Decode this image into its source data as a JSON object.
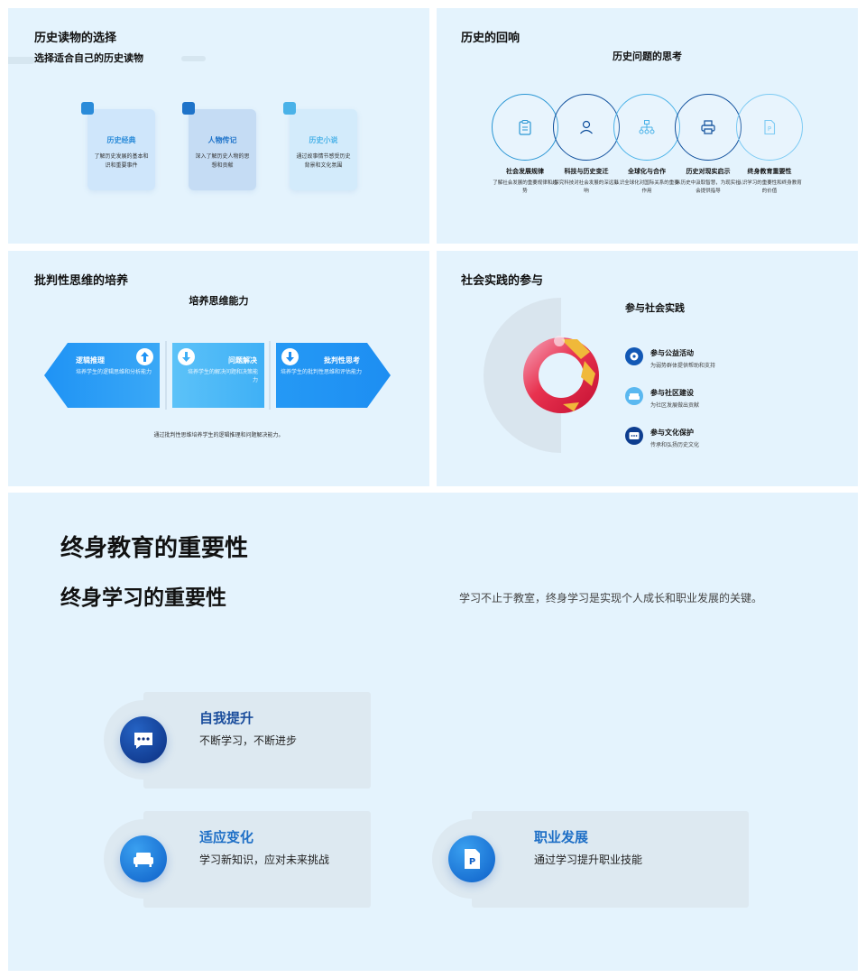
{
  "slide1": {
    "title": "历史读物的选择",
    "subtitle": "选择适合自己的历史读物",
    "cards": [
      {
        "title": "历史经典",
        "desc": "了解历史发展的基本和识和重要事件",
        "color": "#2a8bd9"
      },
      {
        "title": "人物传记",
        "desc": "深入了解历史人物的思想和贡献",
        "color": "#1e73c9"
      },
      {
        "title": "历史小说",
        "desc": "通过故事情节感受历史背景和文化氛围",
        "color": "#4ab2e8"
      }
    ]
  },
  "slide2": {
    "title": "历史的回响",
    "subtitle": "历史问题的思考",
    "items": [
      {
        "title": "社会发展规律",
        "desc": "了解社会发展的重要规律和趋势",
        "icon": "clipboard-icon"
      },
      {
        "title": "科技与历史变迁",
        "desc": "探究科技对社会发展的深远影响",
        "icon": "user-icon"
      },
      {
        "title": "全球化与合作",
        "desc": "认识全球化对国际关系的重要作用",
        "icon": "sitemap-icon"
      },
      {
        "title": "历史对现实启示",
        "desc": "从历史中汲取智慧，为现实社会提供指导",
        "icon": "printer-icon"
      },
      {
        "title": "终身教育重要性",
        "desc": "认识学习的重要性和终身教育的价值",
        "icon": "file-p-icon"
      }
    ]
  },
  "slide3": {
    "title": "批判性思维的培养",
    "subtitle": "培养思维能力",
    "arrows": [
      {
        "title": "逻辑推理",
        "desc": "培养学生的逻辑思维和分析能力",
        "icon": "arrow-up-icon"
      },
      {
        "title": "问题解决",
        "desc": "培养学生的解决问题和决策能力",
        "icon": "arrow-down-icon"
      },
      {
        "title": "批判性思考",
        "desc": "培养学生的批判性思维和评估能力",
        "icon": "arrow-down-icon"
      }
    ],
    "footer": "通过批判性思维培养学生的逻辑推理和问题解决能力。"
  },
  "slide4": {
    "title": "社会实践的参与",
    "subtitle": "参与社会实践",
    "items": [
      {
        "title": "参与公益活动",
        "desc": "为弱势群体提供帮助和支持",
        "icon": "cd-icon",
        "color": "#1258b5"
      },
      {
        "title": "参与社区建设",
        "desc": "为社区发展做出贡献",
        "icon": "sofa-icon",
        "color": "#5ab8f0"
      },
      {
        "title": "参与文化保护",
        "desc": "传承和弘扬历史文化",
        "icon": "chat-icon",
        "color": "#0d3d8f"
      }
    ]
  },
  "slide5": {
    "title": "终身教育的重要性",
    "subtitle": "终身学习的重要性",
    "lead": "学习不止于教室，终身学习是实现个人成长和职业发展的关键。",
    "cards": [
      {
        "title": "自我提升",
        "desc": "不断学习，不断进步",
        "icon": "chat-icon",
        "title_color": "#1a4d9c"
      },
      {
        "title": "适应变化",
        "desc": "学习新知识，应对未来挑战",
        "icon": "sofa-icon",
        "title_color": "#1e6fc6"
      },
      {
        "title": "职业发展",
        "desc": "通过学习提升职业技能",
        "icon": "file-p-icon",
        "title_color": "#1e6fc6"
      }
    ]
  }
}
